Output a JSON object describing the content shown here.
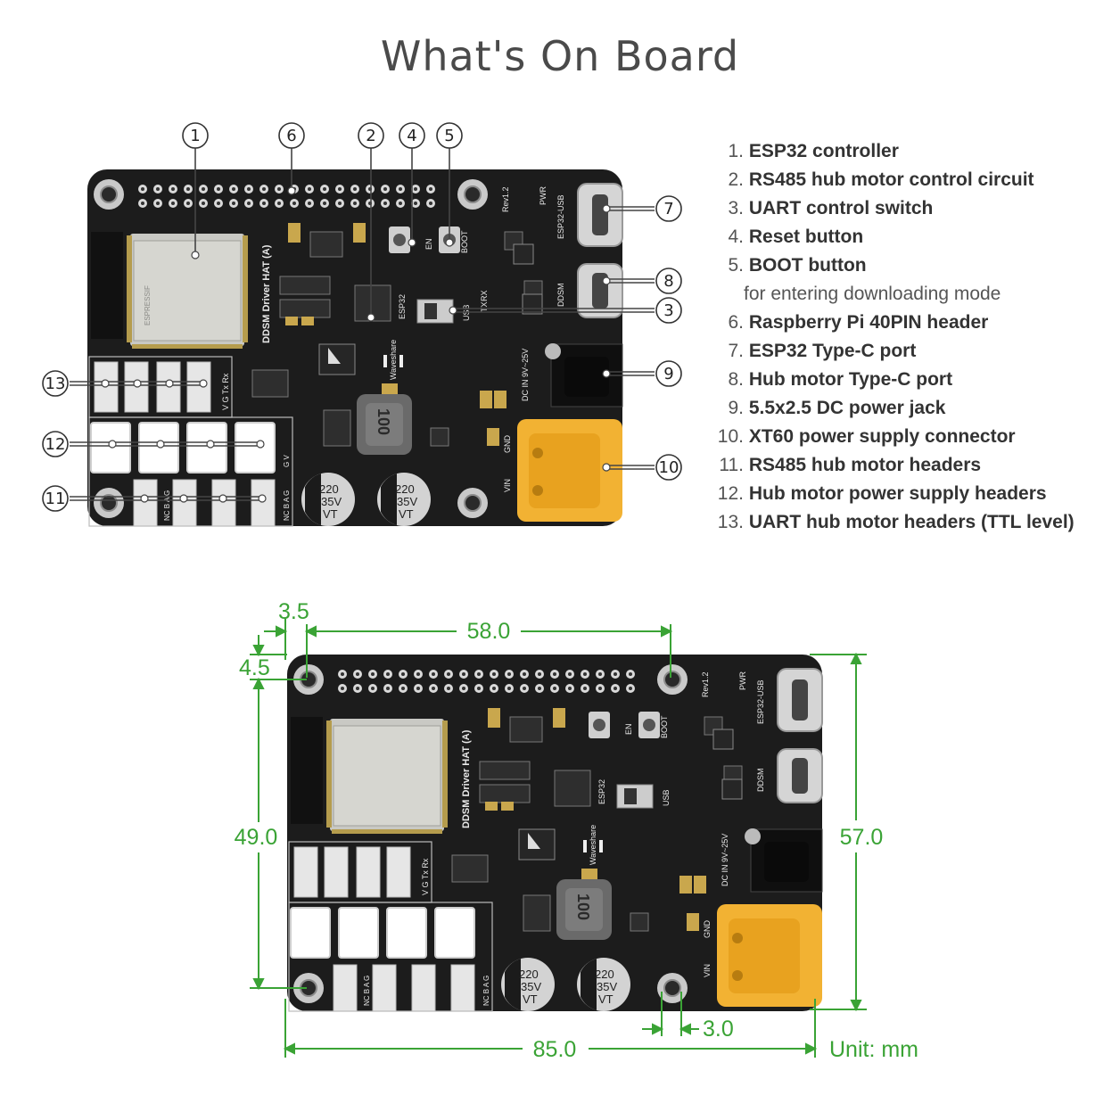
{
  "title": "What's On Board",
  "features": [
    {
      "num": "1.",
      "label": "ESP32 controller"
    },
    {
      "num": "2.",
      "label": "RS485 hub motor control circuit"
    },
    {
      "num": "3.",
      "label": "UART control switch"
    },
    {
      "num": "4.",
      "label": "Reset button"
    },
    {
      "num": "5.",
      "label": "BOOT button",
      "sub": "for entering downloading mode"
    },
    {
      "num": "6.",
      "label": "Raspberry Pi 40PIN header"
    },
    {
      "num": "7.",
      "label": "ESP32 Type-C port"
    },
    {
      "num": "8.",
      "label": "Hub motor Type-C port"
    },
    {
      "num": "9.",
      "label": "5.5x2.5 DC power jack"
    },
    {
      "num": "10.",
      "label": "XT60 power supply connector"
    },
    {
      "num": "11.",
      "label": "RS485 hub motor headers"
    },
    {
      "num": "12.",
      "label": "Hub motor power supply headers"
    },
    {
      "num": "13.",
      "label": "UART hub motor headers (TTL level)"
    }
  ],
  "callouts": [
    "1",
    "2",
    "3",
    "4",
    "5",
    "6",
    "7",
    "8",
    "9",
    "10",
    "11",
    "12",
    "13"
  ],
  "silkscreen": {
    "board_name": "DDSM Driver HAT (A)",
    "rev": "Rev1.2",
    "pwr": "PWR",
    "esp32_usb": "ESP32-USB",
    "ddsm": "DDSM",
    "en": "EN",
    "boot": "BOOT",
    "esp32": "ESP32",
    "usb": "USB",
    "rx": "RX",
    "tx": "TX",
    "dc_in": "DC IN 9V~25V",
    "gnd": "GND",
    "vin": "VIN",
    "brand": "Waveshare",
    "inductor": "100",
    "cap_value": "220",
    "cap_voltage": "35V",
    "cap_series": "VT",
    "uart_pins": "V G Tx Rx",
    "rs485_pins": "NC B A G",
    "power_pins": "G V",
    "module": "ESPRESSIF"
  },
  "dimensions": {
    "d1": "3.5",
    "d2": "58.0",
    "d3": "4.5",
    "d4": "49.0",
    "d5": "57.0",
    "d6": "3.0",
    "d7": "85.0",
    "unit": "Unit: mm"
  },
  "colors": {
    "pcb": "#1c1c1c",
    "dimension": "#3aa335",
    "xt60": "#f2b233",
    "gold": "#c9a74d"
  }
}
